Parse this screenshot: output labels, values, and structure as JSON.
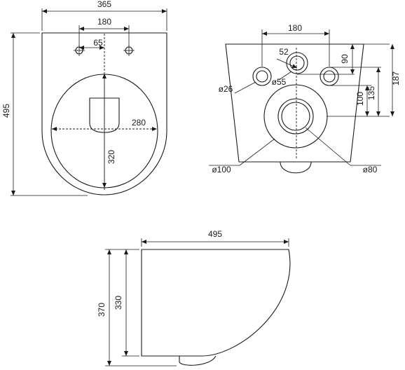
{
  "top_view": {
    "width": "365",
    "hole_spacing": "180",
    "hole_offset": "65",
    "length": "495",
    "seat_width": "280",
    "seat_depth": "320"
  },
  "rear_view": {
    "bolt_spacing": "180",
    "inlet_offset": "52",
    "dim_90": "90",
    "dim_187": "187",
    "dim_135": "135",
    "dim_100": "100",
    "bolt_dia": "ø26",
    "inlet_dia": "ø55",
    "outlet_outer_dia": "ø100",
    "outlet_inner_dia": "ø80"
  },
  "side_view": {
    "length": "495",
    "height_total": "370",
    "height_body": "330"
  }
}
